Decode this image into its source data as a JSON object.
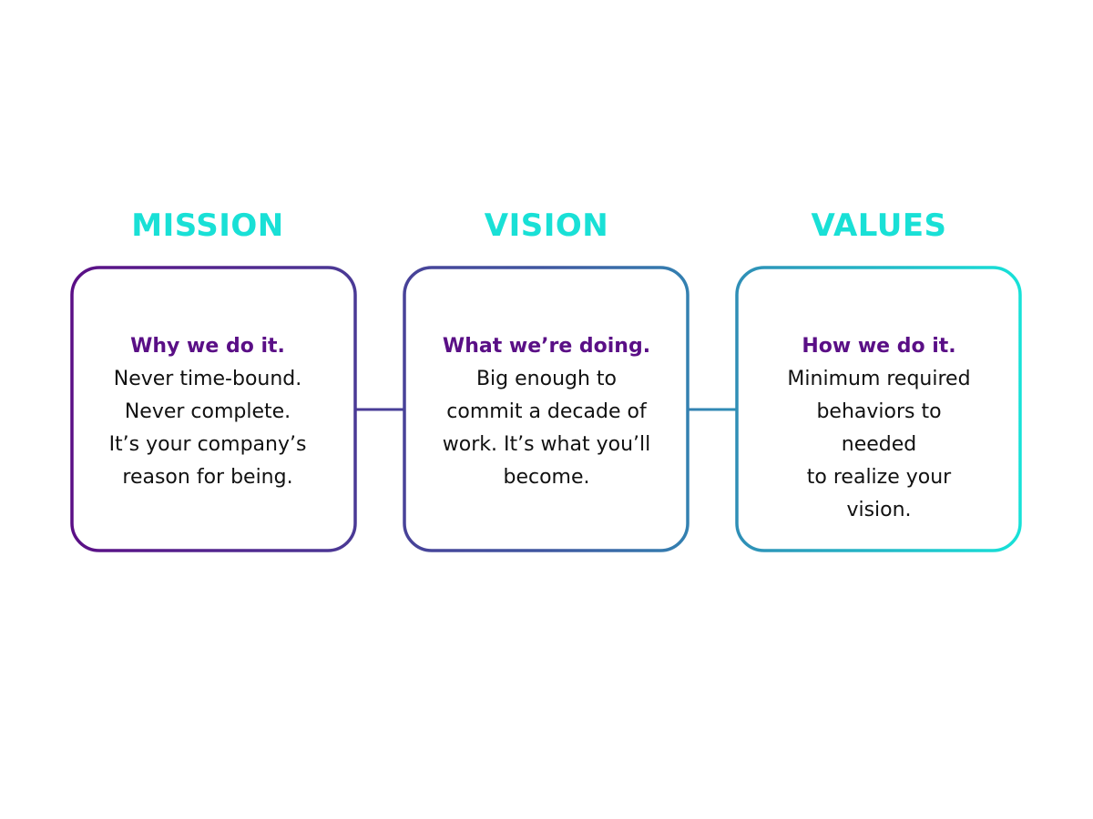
{
  "colors": {
    "heading": "#19e0d6",
    "lead": "#5a0f86",
    "body_text": "#111111",
    "gradient_start": "#5b0f86",
    "gradient_mid": "#3f57a0",
    "gradient_end": "#17e2d8"
  },
  "mission": {
    "title": "MISSION",
    "lead": "Why we do it.",
    "lines": [
      "Never time-bound.",
      "Never complete.",
      "It’s your company’s",
      "reason for being."
    ]
  },
  "vision": {
    "title": "VISION",
    "lead": "What we’re doing.",
    "lines": [
      "Big enough to",
      "commit a decade of",
      "work. It’s what you’ll",
      "become."
    ]
  },
  "values": {
    "title": "VALUES",
    "lead": "How we do it.",
    "lines": [
      "Minimum required",
      "behaviors to",
      "needed",
      "to realize your",
      "vision."
    ]
  }
}
